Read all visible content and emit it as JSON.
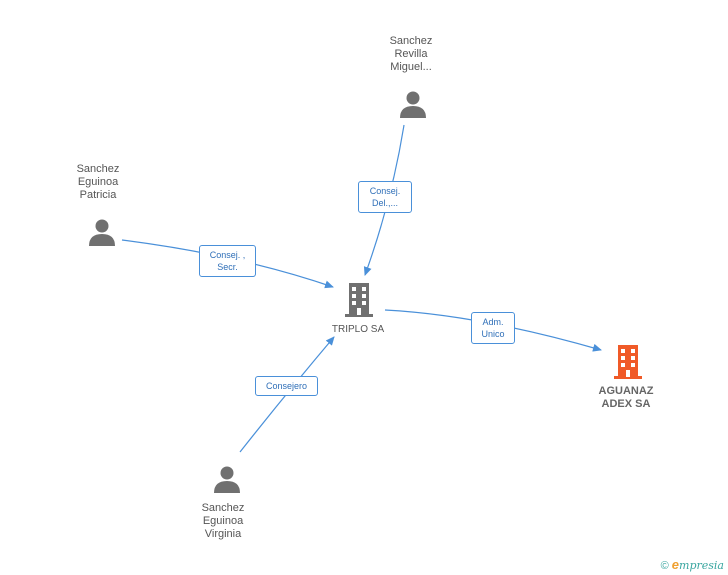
{
  "nodes": {
    "person_revilla": {
      "lines": [
        "Sanchez",
        "Revilla",
        "Miguel..."
      ]
    },
    "person_patricia": {
      "lines": [
        "Sanchez",
        "Eguinoa",
        "Patricia"
      ]
    },
    "person_virginia": {
      "lines": [
        "Sanchez",
        "Eguinoa",
        "Virginia"
      ]
    },
    "company_triplo": {
      "lines": [
        "TRIPLO SA"
      ]
    },
    "company_aguanaz": {
      "lines": [
        "AGUANAZ",
        "ADEX SA"
      ]
    }
  },
  "edges": {
    "revilla_triplo": {
      "lines": [
        "Consej.",
        "Del.,..."
      ]
    },
    "patricia_triplo": {
      "lines": [
        "Consej. ,",
        "Secr."
      ]
    },
    "virginia_triplo": {
      "lines": [
        "Consejero"
      ]
    },
    "triplo_aguanaz": {
      "lines": [
        "Adm.",
        "Unico"
      ]
    }
  },
  "colors": {
    "edge": "#4a90d9",
    "person_icon": "#707070",
    "company_icon": "#707070",
    "target_company_icon": "#f05a28"
  },
  "footer": {
    "copyright_symbol": "©",
    "brand_initial": "e",
    "brand_rest": "mpresia"
  }
}
